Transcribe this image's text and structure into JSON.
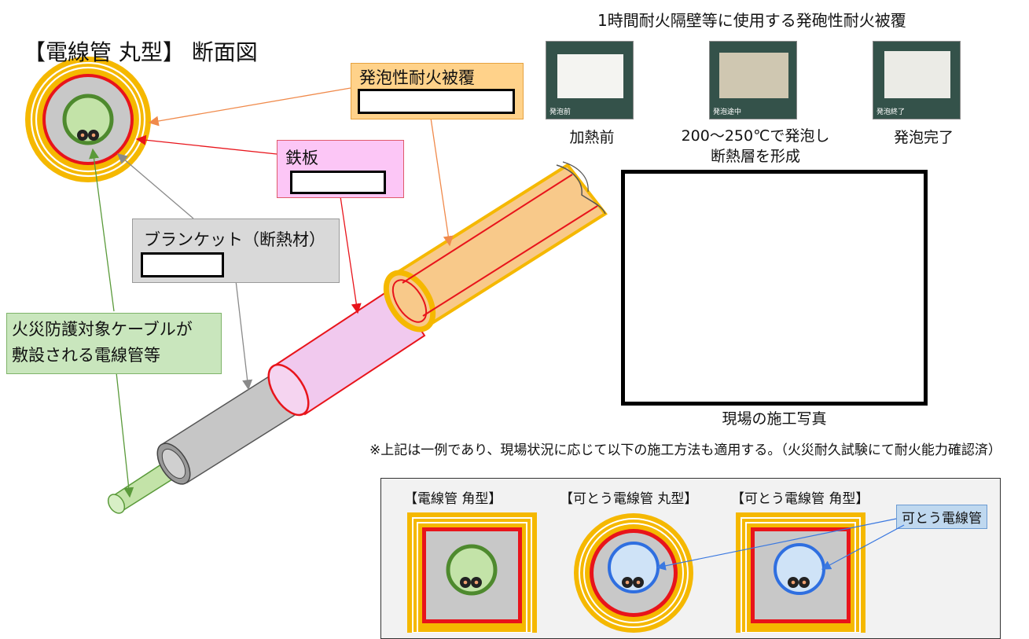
{
  "header_right": "1時間耐火隔壁等に使用する発砲性耐火被覆",
  "section_title": "【電線管  丸型】 断面図",
  "callouts": {
    "foam": "発泡性耐火被覆",
    "steel": "鉄板",
    "blanket": "ブランケット（断熱材）",
    "cable": "火災防護対象ケーブルが\n敷設される電線管等"
  },
  "photos": [
    {
      "label": "発泡前",
      "caption": "加熱前"
    },
    {
      "label": "発泡途中",
      "caption": "200〜250℃で発泡し\n断熱層を形成"
    },
    {
      "label": "発泡終了",
      "caption": "発泡完了"
    }
  ],
  "site_photo_caption": "現場の施工写真",
  "note": "※上記は一例であり、現場状況に応じて以下の施工方法も適用する。（火災耐久試験にて耐火能力確認済）",
  "variants": {
    "square": "【電線管  角型】",
    "flex_round": "【可とう電線管  丸型】",
    "flex_square": "【可とう電線管  角型】",
    "flex_tag": "可とう電線管"
  },
  "colors": {
    "foam": "#f5b800",
    "steel": "#e8141b",
    "blanket": "#c8c8c8",
    "conduit": "#4e8a2e",
    "cable_fill": "#c3e3a8",
    "flex": "#2f6fe0",
    "flex_fill": "#cfe3f7"
  }
}
